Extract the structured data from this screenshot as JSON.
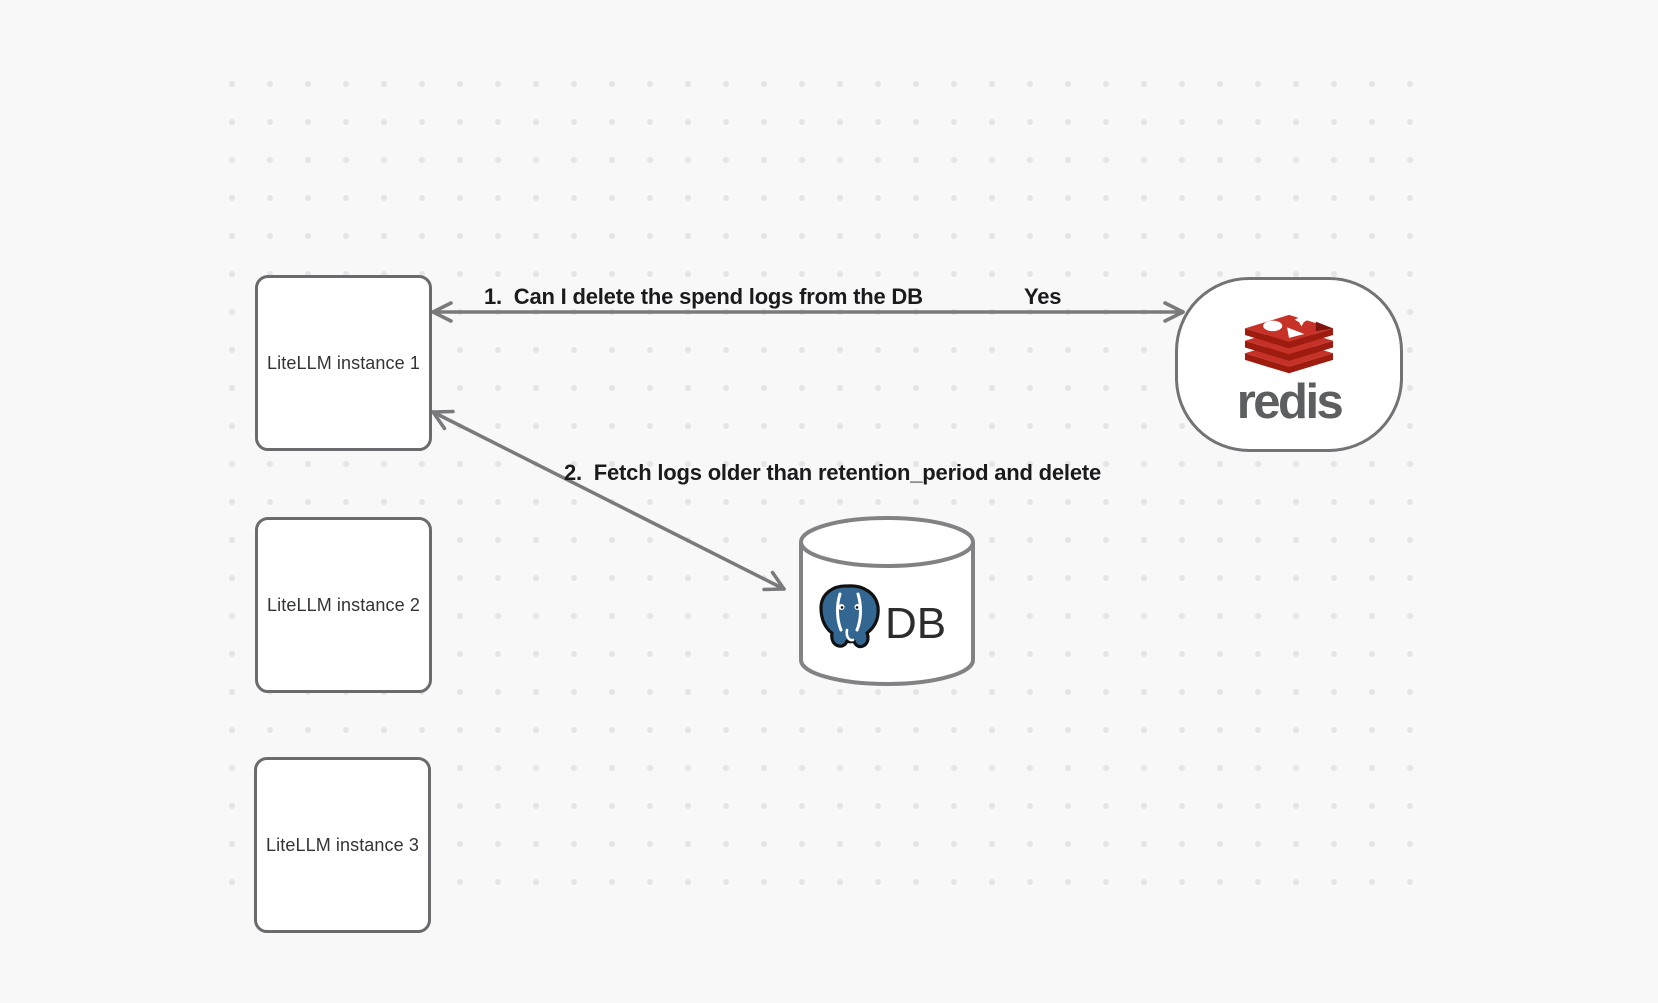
{
  "background": {
    "color": "#f8f8f8",
    "dot_color": "#e5e5e7"
  },
  "instances": [
    {
      "label": "LiteLLM instance 1"
    },
    {
      "label": "LiteLLM instance 2"
    },
    {
      "label": "LiteLLM instance 3"
    }
  ],
  "redis": {
    "wordmark": "redis"
  },
  "database": {
    "label": "DB"
  },
  "edges": {
    "redis_query": {
      "label": "1.  Can I delete the spend logs from the DB",
      "answer": "Yes"
    },
    "db_fetch": {
      "label": "2.  Fetch logs older than retention_period and delete"
    }
  },
  "icons": {
    "redis_logo": "redis-stacked-cubes",
    "postgres_logo": "postgresql-elephant",
    "database_shape": "cylinder"
  },
  "colors": {
    "node_border": "#6b6b6e",
    "arrow": "#7a7a7c",
    "label_text": "#1b1b1d",
    "redis_red": "#C63227",
    "redis_red_dark": "#9E1B10",
    "redis_wordmark": "#5d5e60",
    "postgres_blue": "#336791",
    "db_text": "#2c2c2e"
  }
}
